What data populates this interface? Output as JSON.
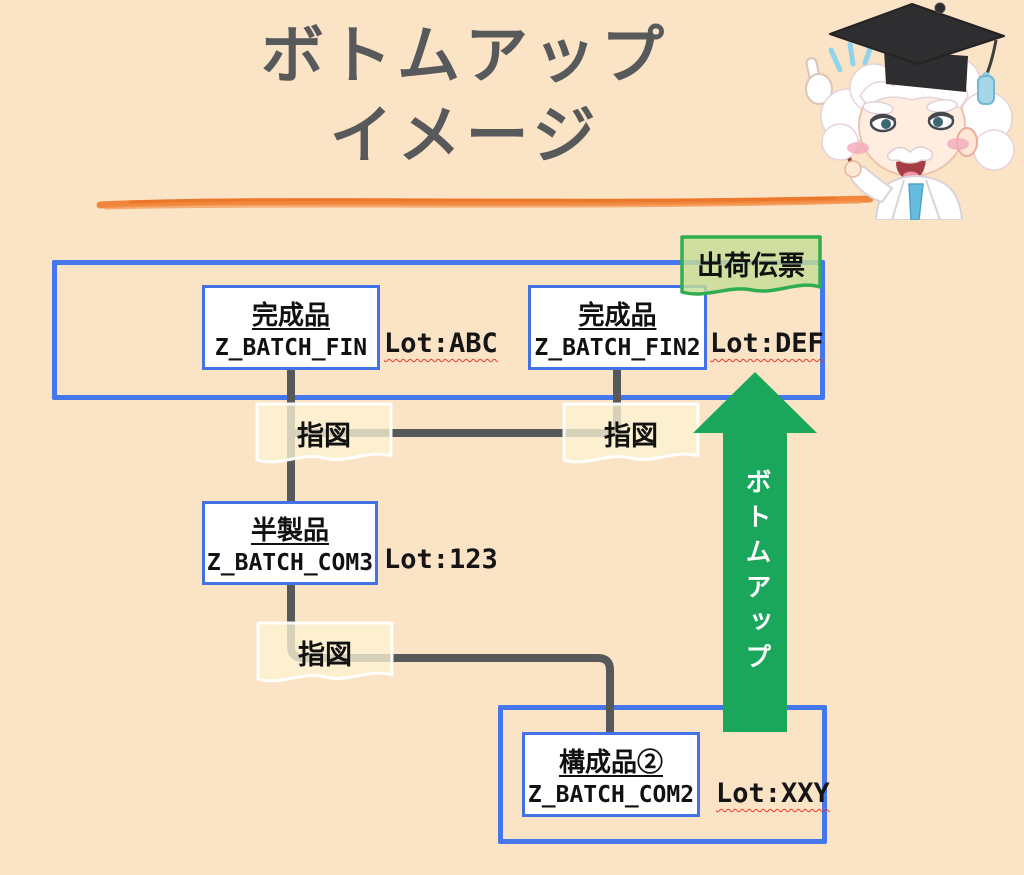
{
  "page": {
    "title_line1": "ボトムアップ",
    "title_line2": "イメージ",
    "background_color": "#fbe3c6",
    "title_color": "#58595b",
    "underline_decoration_color": "#ef7c2d"
  },
  "diagram": {
    "shipping_slip_label": "出荷伝票",
    "finished_goods_1": {
      "title": "完成品",
      "code": "Z_BATCH_FIN",
      "lot": "Lot:ABC"
    },
    "finished_goods_2": {
      "title": "完成品",
      "code": "Z_BATCH_FIN2",
      "lot": "Lot:DEF"
    },
    "semi_finished": {
      "title": "半製品",
      "code": "Z_BATCH_COM3",
      "lot": "Lot:123"
    },
    "component": {
      "title": "構成品②",
      "code": "Z_BATCH_COM2",
      "lot": "Lot:XXY"
    },
    "instructions": [
      {
        "label": "指図"
      },
      {
        "label": "指図"
      },
      {
        "label": "指図"
      }
    ],
    "arrow_label": "ボトムアップ",
    "colors": {
      "group_border_blue": "#4577ec",
      "node_border_blue": "#4372e6",
      "connector_gray": "#56585a",
      "arrow_green": "#1aa65b",
      "slip_fill_green": "#c6dd99",
      "slip_border_green": "#2fae51",
      "instruction_fill_cream": "#fdf3d3",
      "spellcheck_red": "#e8392b"
    }
  },
  "mascot": {
    "description": "professor character with graduation cap and pointer stick"
  }
}
